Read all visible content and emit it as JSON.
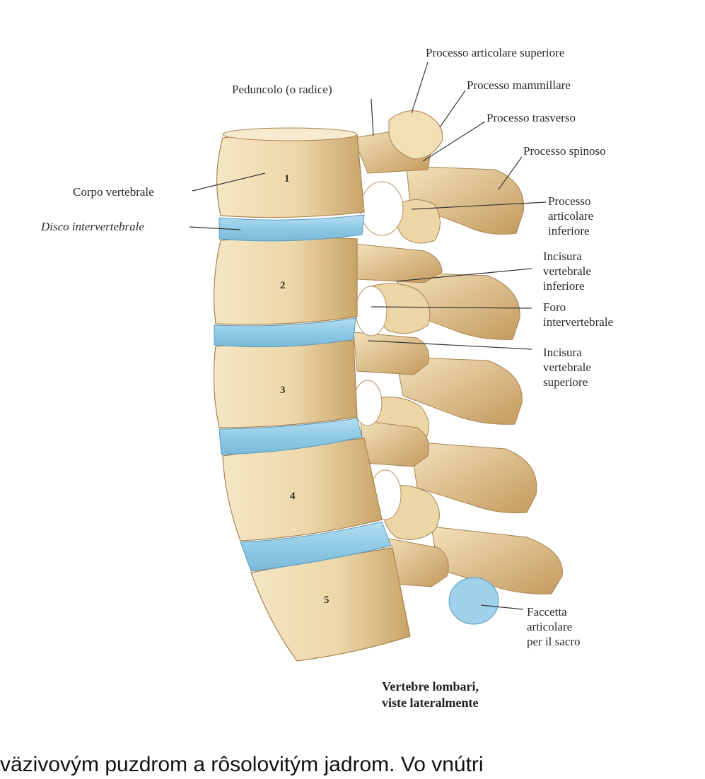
{
  "labels": {
    "processo_articolare_superiore": "Processo articolare superiore",
    "peduncolo": "Peduncolo (o radice)",
    "processo_mammillare": "Processo mammillare",
    "processo_trasverso": "Processo trasverso",
    "processo_spinoso": "Processo spinoso",
    "corpo_vertebrale": "Corpo vertebrale",
    "processo_articolare_inferiore": [
      "Processo",
      "articolare",
      "inferiore"
    ],
    "disco_intervertebrale": "Disco intervertebrale",
    "incisura_inferiore": [
      "Incisura",
      "vertebrale",
      "inferiore"
    ],
    "foro_intervertebrale": [
      "Foro",
      "intervertebrale"
    ],
    "incisura_superiore": [
      "Incisura",
      "vertebrale",
      "superiore"
    ],
    "faccetta_articolare": [
      "Faccetta",
      "articolare",
      "per il sacro"
    ]
  },
  "vertebra_numbers": [
    "1",
    "2",
    "3",
    "4",
    "5"
  ],
  "caption": [
    "Vertebre lombari,",
    "viste lateralmente"
  ],
  "bottom_text": "väzivovým puzdrom a rôsolovitým jadrom. Vo vnútri",
  "colors": {
    "bone": "#ecd7a8",
    "bone_dark": "#c9a469",
    "disc": "#8fcbe6",
    "leader": "#3a3535"
  }
}
